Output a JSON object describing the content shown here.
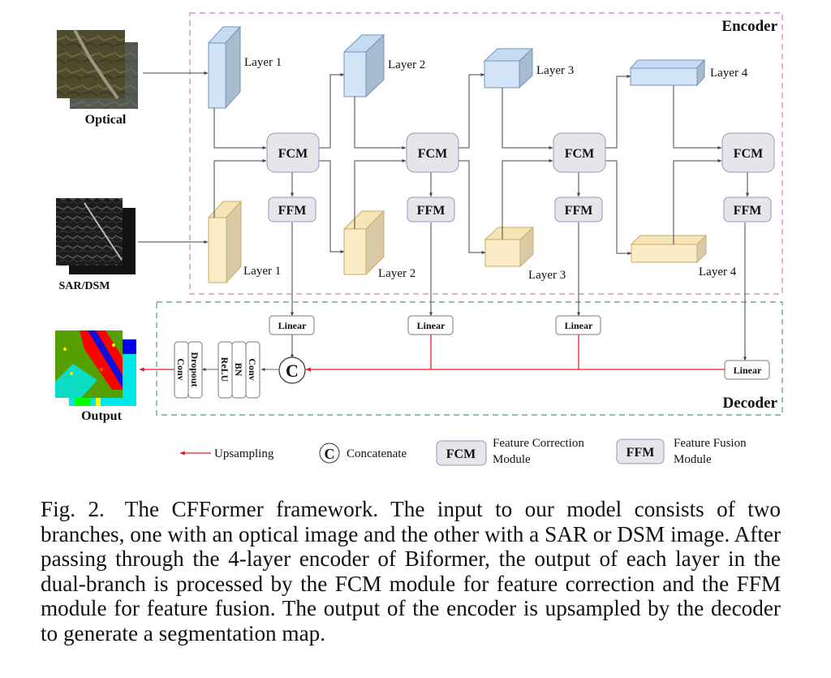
{
  "encoder": {
    "title": "Encoder",
    "optical_layers": [
      "Layer 1",
      "Layer 2",
      "Layer 3",
      "Layer 4"
    ],
    "sar_layers": [
      "Layer 1",
      "Layer 2",
      "Layer 3",
      "Layer 4"
    ],
    "fcm_label": "FCM",
    "ffm_label": "FFM"
  },
  "inputs": {
    "optical_label": "Optical",
    "sar_label": "SAR/DSM"
  },
  "decoder": {
    "title": "Decoder",
    "linear_label": "Linear",
    "concat_symbol": "C",
    "block1": [
      "Conv",
      "BN",
      "ReLU"
    ],
    "block2": [
      "Dropout",
      "Conv"
    ],
    "output_label": "Output"
  },
  "legend": {
    "upsampling": "Upsampling",
    "concat_symbol": "C",
    "concatenate": "Concatenate",
    "fcm_abbr": "FCM",
    "fcm_line1": "Feature Correction",
    "fcm_line2": "Module",
    "ffm_abbr": "FFM",
    "ffm_line1": "Feature Fusion",
    "ffm_line2": "Module"
  },
  "colors": {
    "optical_front": "#d4e4f7",
    "optical_side": "#a9bccf",
    "optical_top": "#c6dbf2",
    "optical_stroke": "#6f95c2",
    "sar_front": "#f9ecc7",
    "sar_side": "#d9cba6",
    "sar_top": "#f4e4b6",
    "sar_stroke": "#c9ad6a",
    "module_fill": "#e6e5ea",
    "module_stroke": "#8c9cbc",
    "encoder_border": "#e08ad6",
    "decoder_border": "#6aae8e",
    "upsampling": "#e02020"
  },
  "caption": {
    "figno": "Fig. 2.",
    "text": "The CFFormer framework. The input to our model consists of two branches, one with an optical image and the other with a SAR or DSM image. After passing through the 4-layer encoder of Biformer, the output of each layer in the dual-branch is processed by the FCM module for feature correction and the FFM module for feature fusion. The output of the encoder is upsampled by the decoder to generate a segmentation map."
  }
}
